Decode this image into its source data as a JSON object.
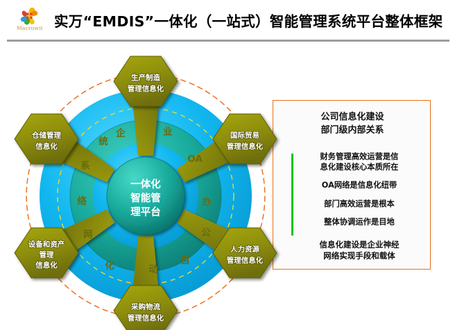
{
  "header": {
    "title": "实万“EMDIS”一体化（一站式）智能管理系统平台整体框架",
    "logo_text": "Macrowit",
    "logo_icon": "pinwheel-logo-icon"
  },
  "diagram": {
    "core": {
      "lines": [
        "一体化",
        "智能管",
        "理平台"
      ]
    },
    "ring_phrase": "企业OA办公自动化网络系统",
    "ring_labels": [
      {
        "text": "企",
        "angle": -67
      },
      {
        "text": "业",
        "angle": -23
      },
      {
        "text": "OA",
        "angle": 8
      },
      {
        "text": "办",
        "angle": 38
      },
      {
        "text": "公",
        "angle": 68
      },
      {
        "text": "自",
        "angle": 113
      },
      {
        "text": "动",
        "angle": 143
      },
      {
        "text": "化",
        "angle": 173
      },
      {
        "text": "网",
        "angle": 203
      },
      {
        "text": "络",
        "angle": 233
      },
      {
        "text": "系",
        "angle": 262
      },
      {
        "text": "统",
        "angle": 292
      }
    ],
    "hexagons": [
      {
        "id": "production",
        "lines": [
          "生产制造",
          "管理信息化"
        ],
        "angle": -90
      },
      {
        "id": "trade",
        "lines": [
          "国际贸易",
          "管理信息化"
        ],
        "angle": -30
      },
      {
        "id": "hr",
        "lines": [
          "人力资源",
          "管理信息化"
        ],
        "angle": 30
      },
      {
        "id": "procurement",
        "lines": [
          "采购物流",
          "管理信息化"
        ],
        "angle": 90
      },
      {
        "id": "assets",
        "lines": [
          "设备和资产",
          "管理",
          "信息化"
        ],
        "angle": 150
      },
      {
        "id": "warehouse",
        "lines": [
          "仓储管理",
          "信息化"
        ],
        "angle": 210
      }
    ]
  },
  "info_panel": {
    "title_lines": [
      "公司信息化建设",
      "部门级内部关系"
    ],
    "items": [
      {
        "lines": [
          "财务管理高效运营是信",
          "息化建设核心本质所在"
        ]
      },
      {
        "lines": [
          "OA网络是信息化纽带"
        ]
      },
      {
        "lines": [
          "部门高效运营是根本"
        ]
      },
      {
        "lines": [
          "整体协调运作是目地"
        ]
      }
    ],
    "footer": {
      "lines": [
        "信息化建设是企业神经",
        "网络实现手段和载体"
      ]
    },
    "accent_color": "#E8711A",
    "marker_color": "#00C314"
  }
}
